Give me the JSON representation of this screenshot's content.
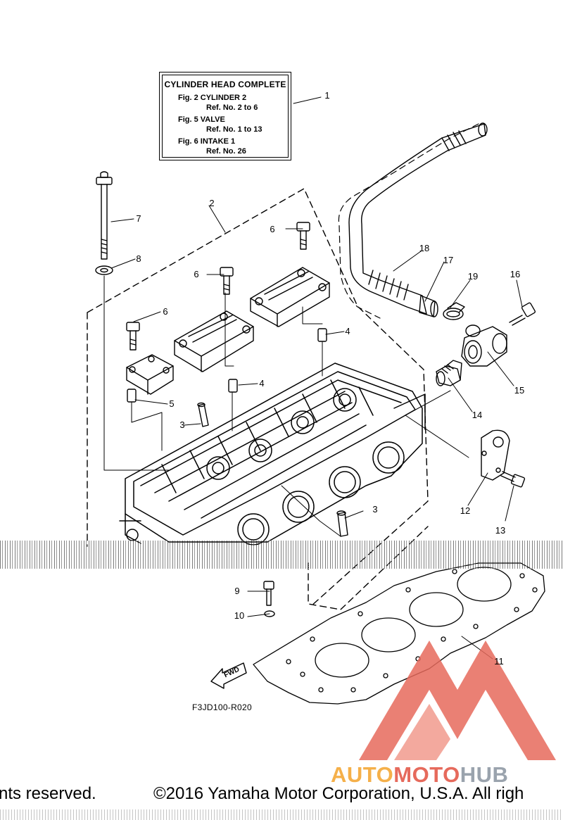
{
  "note": {
    "title": "CYLINDER HEAD COMPLETE",
    "lines": [
      "Fig. 2 CYLINDER 2",
      "Ref. No. 2 to 6",
      "Fig. 5 VALVE",
      "Ref. No. 1 to 13",
      "Fig. 6 INTAKE 1",
      "Ref. No. 26"
    ]
  },
  "callouts": [
    "1",
    "2",
    "3",
    "3",
    "4",
    "4",
    "5",
    "6",
    "6",
    "6",
    "7",
    "8",
    "9",
    "10",
    "11",
    "12",
    "13",
    "14",
    "15",
    "16",
    "17",
    "18",
    "19"
  ],
  "fwd_label": "FWD",
  "diagram_code": "F3JD100-R020",
  "footer": {
    "left": "nts reserved.",
    "right": "©2016 Yamaha Motor Corporation, U.S.A. All righ"
  },
  "watermark": {
    "part1": "AUTO",
    "part2": "MOTO",
    "part3": "HUB",
    "colors": [
      "#f5b04a",
      "#e66a5c",
      "#9aa3ad"
    ]
  }
}
